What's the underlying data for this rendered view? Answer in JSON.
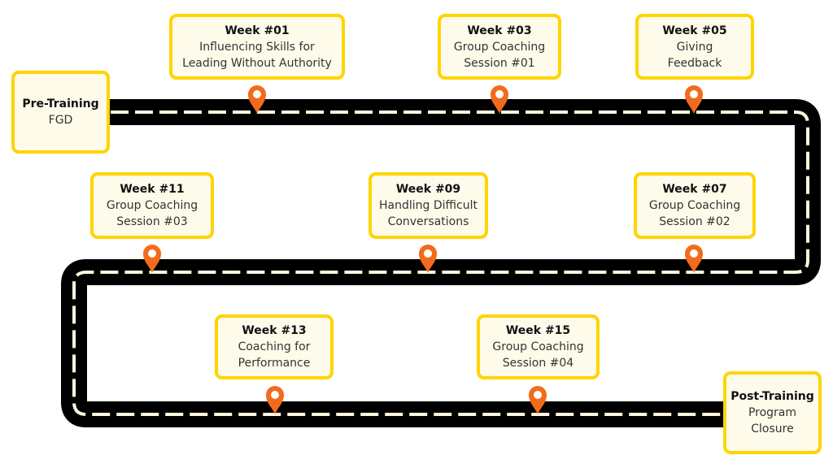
{
  "colors": {
    "road": "#000000",
    "dash": "#FFF6DC",
    "box_border": "#FFD400",
    "box_fill": "#FFFBEB",
    "pin": "#F26B1D"
  },
  "milestones": [
    {
      "id": "pre",
      "title": "Pre-Training",
      "lines": [
        "FGD"
      ]
    },
    {
      "id": "w01",
      "title": "Week #01",
      "lines": [
        "Influencing Skills for",
        "Leading Without Authority"
      ]
    },
    {
      "id": "w03",
      "title": "Week #03",
      "lines": [
        "Group Coaching",
        "Session #01"
      ]
    },
    {
      "id": "w05",
      "title": "Week #05",
      "lines": [
        "Giving",
        "Feedback"
      ]
    },
    {
      "id": "w07",
      "title": "Week #07",
      "lines": [
        "Group Coaching",
        "Session #02"
      ]
    },
    {
      "id": "w09",
      "title": "Week #09",
      "lines": [
        "Handling Difficult",
        "Conversations"
      ]
    },
    {
      "id": "w11",
      "title": "Week #11",
      "lines": [
        "Group Coaching",
        "Session #03"
      ]
    },
    {
      "id": "w13",
      "title": "Week #13",
      "lines": [
        "Coaching for",
        "Performance"
      ]
    },
    {
      "id": "w15",
      "title": "Week #15",
      "lines": [
        "Group Coaching",
        "Session #04"
      ]
    },
    {
      "id": "post",
      "title": "Post-Training",
      "lines": [
        "Program",
        "Closure"
      ]
    }
  ],
  "pin_icon": "map-pin-icon"
}
